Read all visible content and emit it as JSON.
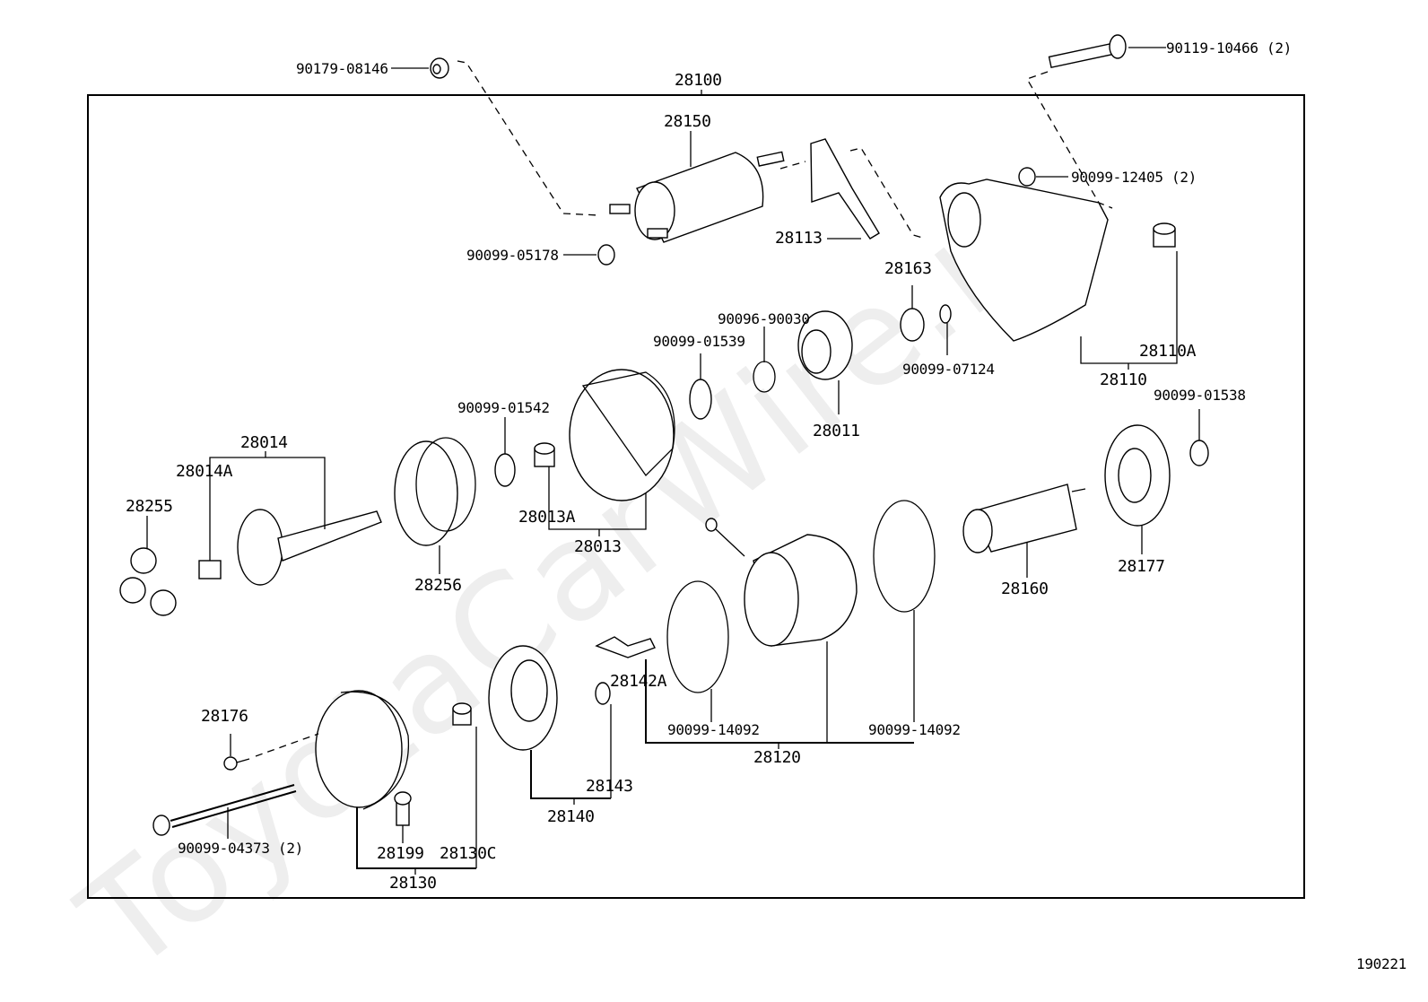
{
  "diagram": {
    "type": "exploded-parts-diagram",
    "subject": "Starter assembly",
    "watermark": "ToyotaCarWire.ru",
    "figure_code": "190221",
    "assembly_label": "28100",
    "labels": {
      "p90179_08146": "90179-08146",
      "p28100": "28100",
      "p90119_10466": "90119-10466 (2)",
      "p28150": "28150",
      "p90099_12405": "90099-12405 (2)",
      "p90099_05178": "90099-05178",
      "p28113": "28113",
      "p28163": "28163",
      "p90096_90030": "90096-90030",
      "p90099_01539": "90099-01539",
      "p90099_07124": "90099-07124",
      "p28110A": "28110A",
      "p28110": "28110",
      "p28011": "28011",
      "p90099_01538": "90099-01538",
      "p90099_01542": "90099-01542",
      "p28014": "28014",
      "p28014A": "28014A",
      "p28255": "28255",
      "p28013A": "28013A",
      "p28013": "28013",
      "p28256": "28256",
      "p28160": "28160",
      "p28177": "28177",
      "p28142A": "28142A",
      "p28176": "28176",
      "p90099_14092_a": "90099-14092",
      "p90099_14092_b": "90099-14092",
      "p28120": "28120",
      "p28143": "28143",
      "p28140": "28140",
      "p90099_04373": "90099-04373 (2)",
      "p28199": "28199",
      "p28130C": "28130C",
      "p28130": "28130"
    }
  }
}
